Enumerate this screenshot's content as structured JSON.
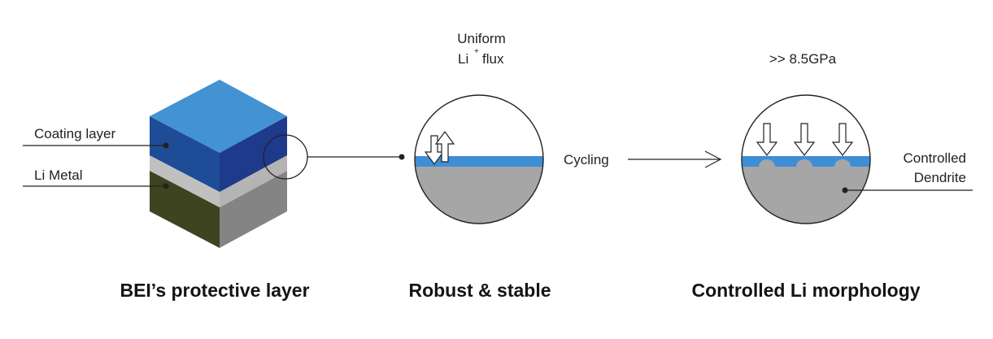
{
  "labels": {
    "coating_layer": "Coating layer",
    "li_metal": "Li Metal",
    "uniform": "Uniform",
    "li": "Li",
    "li_superscript": "+",
    "flux": "flux",
    "cycling": "Cycling",
    "pressure": ">> 8.5GPa",
    "controlled": "Controlled",
    "dendrite": "Dendrite"
  },
  "titles": {
    "left": "BEI’s protective layer",
    "middle": "Robust & stable",
    "right": "Controlled Li morphology"
  },
  "colors": {
    "coating_top": "#4392D2",
    "coating_front": "#1E4C96",
    "coating_side": "#1E3A8A",
    "separator": "#C4C4C4",
    "metal_front": "#3E4420",
    "metal_side": "#848484",
    "circle_layer": "#3E8ED6",
    "circle_base": "#A6A6A6"
  }
}
